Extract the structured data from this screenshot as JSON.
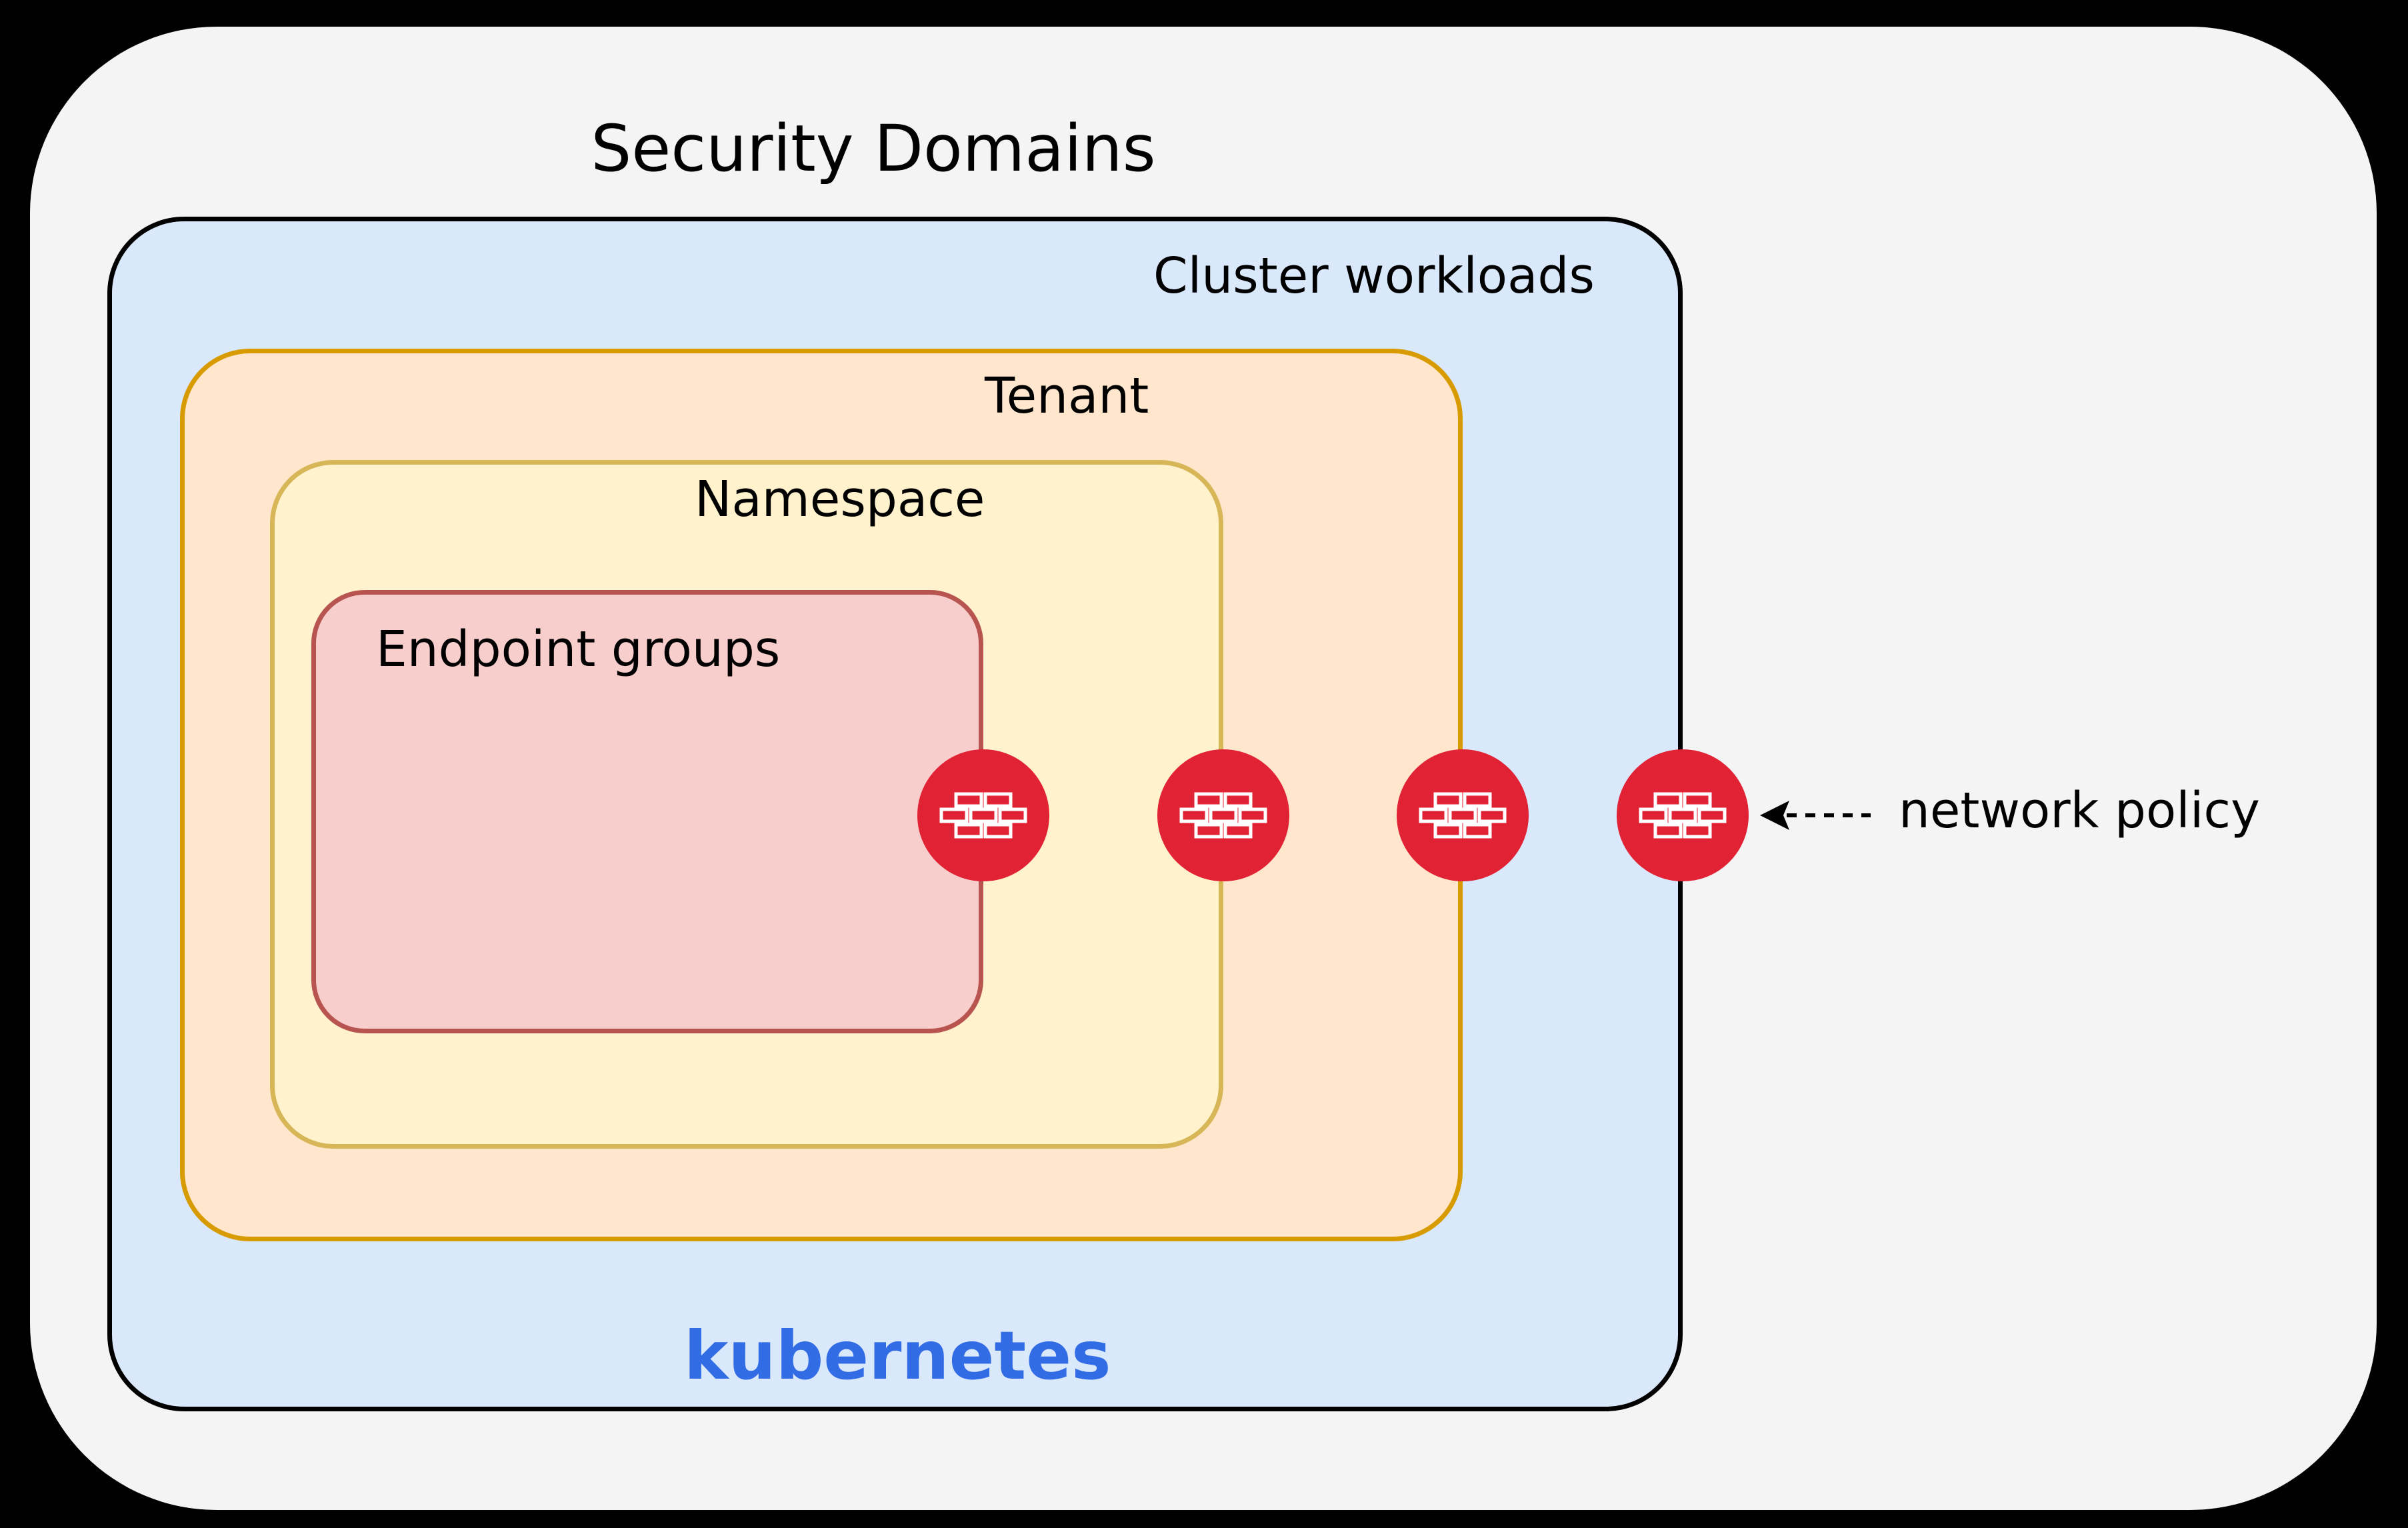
{
  "page": {
    "title": "Security Domains",
    "background_color": "#000000",
    "canvas_color": "#f4f4f4"
  },
  "domains": [
    {
      "id": "cluster-workloads",
      "label": "Cluster workloads",
      "fill": "#dae8fc",
      "border": "#000000"
    },
    {
      "id": "tenant",
      "label": "Tenant",
      "fill": "#ffe6cc",
      "border": "#d79b00"
    },
    {
      "id": "namespace",
      "label": "Namespace",
      "fill": "#fff2cc",
      "border": "#d6b656"
    },
    {
      "id": "endpoint-groups",
      "label": "Endpoint groups",
      "fill": "#f8cecc",
      "border": "#b85450"
    }
  ],
  "platform": {
    "label": "kubernetes",
    "color": "#326ce5"
  },
  "network_policy": {
    "label": "network policy",
    "icon": "firewall-brick-wall-icon",
    "icon_color": "#e12235",
    "icon_count": 4,
    "arrow_style": "dashed-left"
  }
}
